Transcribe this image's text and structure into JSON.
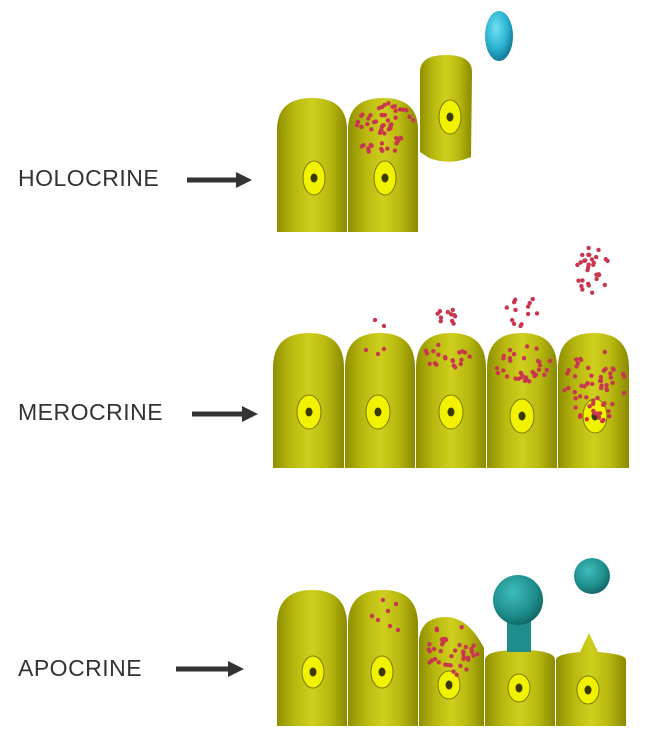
{
  "rows": [
    {
      "key": "holocrine",
      "label": "HOLOCRINE"
    },
    {
      "key": "merocrine",
      "label": "MEROCRINE"
    },
    {
      "key": "apocrine",
      "label": "APOCRINE"
    }
  ],
  "colors": {
    "cell_light": "#c8c81a",
    "cell_dark": "#8a8a00",
    "nucleus_fill": "#f2f200",
    "nucleus_core": "#3a3a00",
    "granule": "#c8374e",
    "holocrine_product": "#2ab0cf",
    "apocrine_product": "#1e8e8c",
    "arrow": "#333333",
    "label_text": "#333333"
  }
}
